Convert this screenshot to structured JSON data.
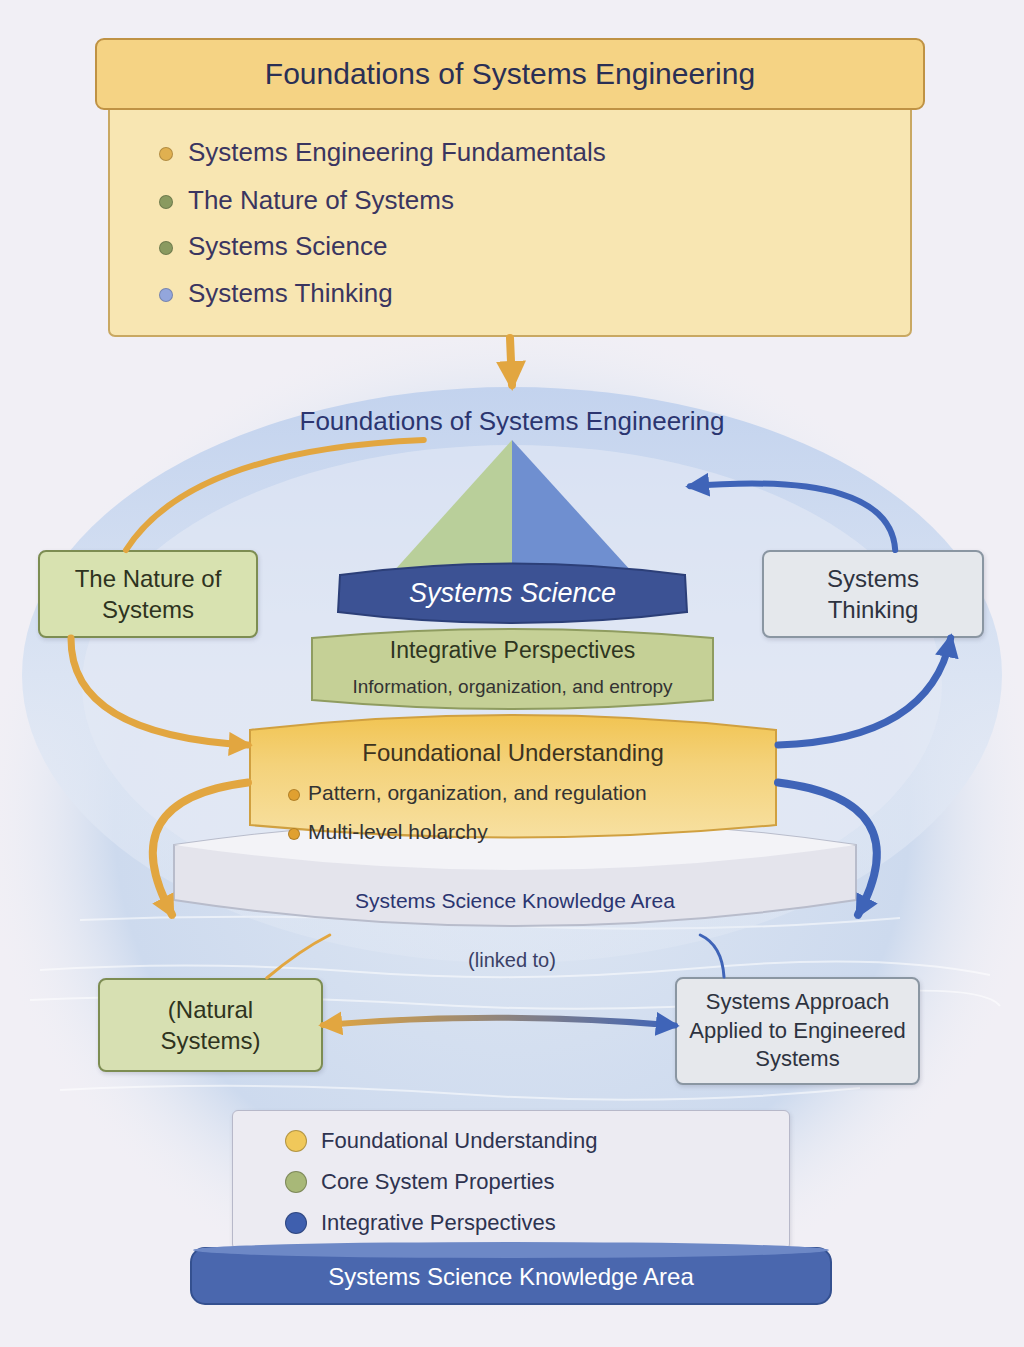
{
  "diagram": {
    "nodes": [
      {
        "text": [
          "Foundations of Systems Engineering",
          "Systems Engineering Fundamentals",
          "The Nature of Systems",
          "Systems Science",
          "Systems Thinking"
        ]
      },
      {
        "text": [
          "Foundations of Systems Engineering"
        ]
      },
      {
        "text": [
          "The Nature of Systems"
        ],
        "in": 1
      },
      {
        "text": [
          "Systems Thinking"
        ],
        "in": 1
      },
      {
        "text": [
          "Systems Science"
        ],
        "in": 1
      },
      {
        "text": [
          "Integrative Perspectives",
          "Information, organization, and entropy"
        ],
        "in": 1
      },
      {
        "text": [
          "Foundational Understanding",
          "Pattern, organization, and regulation",
          "Multi-level holarchy"
        ],
        "in": 1
      },
      {
        "text": [
          "Systems Science Knowledge Area"
        ],
        "in": 1
      },
      {
        "text": [
          "(Natural Systems)"
        ]
      },
      {
        "text": [
          "Systems Approach Applied to Engineered Systems"
        ]
      },
      {
        "text": [
          "Systems Science Knowledge Area"
        ]
      }
    ],
    "edges": [
      {
        "from": 0,
        "to": 1,
        "arrow": "to"
      },
      {
        "from": 2,
        "to": 4,
        "arrow": "none"
      },
      {
        "from": 3,
        "to": 4,
        "arrow": "to"
      },
      {
        "from": 2,
        "to": 6,
        "arrow": "to"
      },
      {
        "from": 6,
        "to": 3,
        "arrow": "to"
      },
      {
        "from": 6,
        "to": 7,
        "arrow": "to"
      },
      {
        "from": 6,
        "to": 7,
        "arrow": "to"
      },
      {
        "from": 7,
        "to": 8,
        "arrow": "none"
      },
      {
        "from": 7,
        "to": 9,
        "arrow": "none"
      },
      {
        "from": 8,
        "to": 9,
        "arrow": "both"
      }
    ],
    "labels": [
      "(linked to)"
    ],
    "legend": [
      {
        "text": "Foundational Understanding",
        "color": "#f0c85a"
      },
      {
        "text": "Core System Properties",
        "color": "#a8b878"
      },
      {
        "text": "Integrative Perspectives",
        "color": "#3f5fae"
      }
    ]
  }
}
